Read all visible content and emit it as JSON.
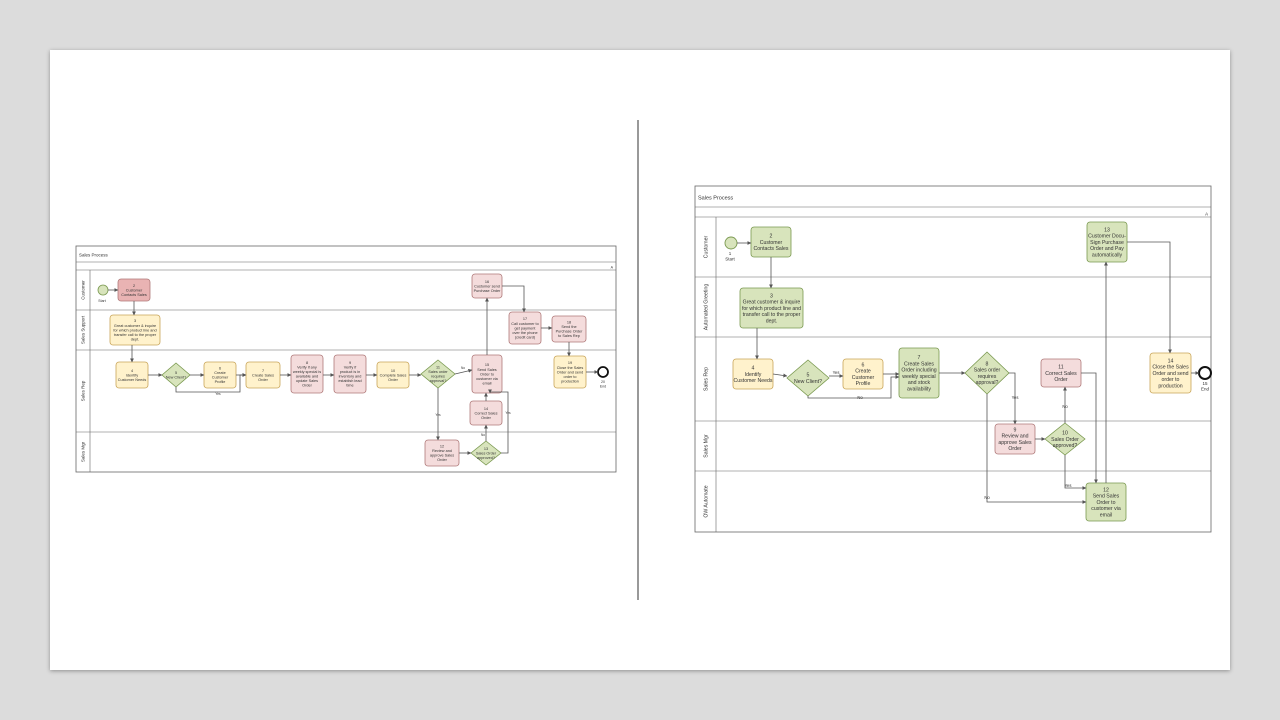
{
  "left": {
    "title": "Sales Process",
    "collapse_marker": "A",
    "lanes": [
      "Customer",
      "Sales Support",
      "Sales Rep",
      "Sales Mgr"
    ],
    "start_label": "Start",
    "end_label": [
      "20",
      "End"
    ],
    "nodes": {
      "n2": [
        "2",
        "Customer",
        "Contacts Sales"
      ],
      "n3": [
        "3",
        "Great customer & inquire",
        "for which product line and",
        "transfer call to the proper",
        "dept."
      ],
      "n4": [
        "4",
        "Identify",
        "Customer Needs"
      ],
      "n5": [
        "5",
        "New Client?"
      ],
      "n6": [
        "6",
        "Create",
        "Customer",
        "Profile"
      ],
      "n7": [
        "7",
        "Create Sales",
        "Order"
      ],
      "n8": [
        "8",
        "Verify if any",
        "weekly special is",
        "available and",
        "update Sales",
        "Order"
      ],
      "n9": [
        "9",
        "Verify if",
        "product is in",
        "inventory and",
        "establish lead",
        "time"
      ],
      "n10": [
        "10",
        "Complete Sales",
        "Order"
      ],
      "n11": [
        "11",
        "Sales order",
        "requires",
        "approval?"
      ],
      "n12": [
        "12",
        "Review and",
        "approve Sales",
        "Order"
      ],
      "n13": [
        "13",
        "Sales Order",
        "approved?"
      ],
      "n14": [
        "14",
        "Correct Sales",
        "Order"
      ],
      "n15": [
        "15",
        "Send Sales",
        "Order to",
        "customer via",
        "email"
      ],
      "n16": [
        "16",
        "Customer send",
        "Purchase Order"
      ],
      "n17": [
        "17",
        "Call customer to",
        "get payment",
        "over the phone",
        "(credit card)"
      ],
      "n18": [
        "18",
        "Send the",
        "Purchase Order",
        "to Sales Rep"
      ],
      "n19": [
        "19",
        "Close the Sales",
        "Order and send",
        "order to",
        "production"
      ]
    },
    "edge_labels": {
      "yes_1": "Yes",
      "no_1": "No",
      "yes_2": "Yes",
      "no_2": "No",
      "yes_3": "Yes"
    }
  },
  "right": {
    "title": "Sales Process",
    "collapse_marker": "A",
    "lanes": [
      "Customer",
      "Automated Greeting",
      "Sales Rep",
      "Sales Mgr",
      "OW Automate"
    ],
    "start_label": [
      "1",
      "Start"
    ],
    "end_label": [
      "15",
      "End"
    ],
    "nodes": {
      "n2": [
        "2",
        "Customer",
        "Contacts Sales"
      ],
      "n3": [
        "3",
        "Great customer & inquire",
        "for which product line and",
        "transfer call to the proper",
        "dept."
      ],
      "n4": [
        "4",
        "Identify",
        "Customer Needs"
      ],
      "n5": [
        "5",
        "New Client?"
      ],
      "n6": [
        "6",
        "Create",
        "Customer",
        "Profile"
      ],
      "n7": [
        "7",
        "Create Sales",
        "Order including",
        "weekly special",
        "and stock",
        "availability"
      ],
      "n8": [
        "8",
        "Sales order",
        "requires",
        "approval?"
      ],
      "n9": [
        "9",
        "Review and",
        "approve Sales",
        "Order"
      ],
      "n10": [
        "10",
        "Sales Order",
        "approved?"
      ],
      "n11": [
        "11",
        "Correct Sales",
        "Order"
      ],
      "n12": [
        "12",
        "Send Sales",
        "Order to",
        "customer via",
        "email"
      ],
      "n13": [
        "13",
        "Customer Docu-",
        "Sign Purchase",
        "Order and Pay",
        "automatically"
      ],
      "n14": [
        "14",
        "Close the Sales",
        "Order and send",
        "order to",
        "production"
      ]
    },
    "edge_labels": {
      "yes_5": "Yes",
      "no_5": "No",
      "yes_8": "Yes",
      "no_8": "No",
      "no_10": "No",
      "yes_10": "Yes"
    }
  },
  "colors": {
    "yellow_fill": "#fff2cc",
    "yellow_stroke": "#c9a55a",
    "pink_fill": "#f4dcdc",
    "pink_stroke": "#b07a7a",
    "red_fill": "#e9b3b3",
    "green_fill": "#d8e4bc",
    "green_stroke": "#7a9950",
    "line": "#555555"
  }
}
